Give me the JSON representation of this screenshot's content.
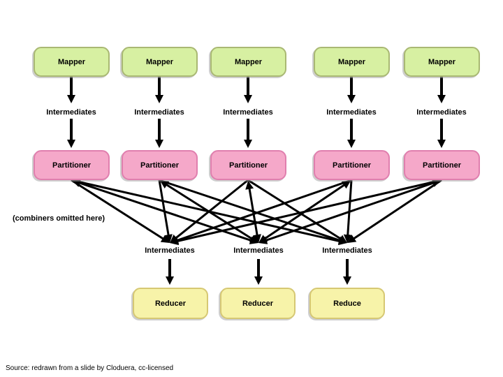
{
  "colors": {
    "mapper_fill": "#d7f0a2",
    "mapper_border": "#a9b873",
    "partitioner_fill": "#f5a8c9",
    "partitioner_border": "#e07fae",
    "reducer_fill": "#f7f3a9",
    "reducer_border": "#d6c873",
    "arrow": "#000000"
  },
  "map_columns": [
    {
      "mapper": "Mapper",
      "intermediates": "Intermediates",
      "partitioner": "Partitioner"
    },
    {
      "mapper": "Mapper",
      "intermediates": "Intermediates",
      "partitioner": "Partitioner"
    },
    {
      "mapper": "Mapper",
      "intermediates": "Intermediates",
      "partitioner": "Partitioner"
    },
    {
      "mapper": "Mapper",
      "intermediates": "Intermediates",
      "partitioner": "Partitioner"
    },
    {
      "mapper": "Mapper",
      "intermediates": "Intermediates",
      "partitioner": "Partitioner"
    }
  ],
  "note": "(combiners omitted here)",
  "reduce_columns": [
    {
      "intermediates": "Intermediates",
      "reducer": "Reducer"
    },
    {
      "intermediates": "Intermediates",
      "reducer": "Reducer"
    },
    {
      "intermediates": "Intermediates",
      "reducer": "Reduce"
    }
  ],
  "source": "Source: redrawn from a slide by Cloduera, cc-licensed",
  "flow": [
    "Each Mapper outputs to its Intermediates",
    "Each Intermediates feeds its Partitioner",
    "Every Partitioner connects to all three shuffle-side Intermediates",
    "Each shuffle-side Intermediates feeds one Reducer"
  ]
}
